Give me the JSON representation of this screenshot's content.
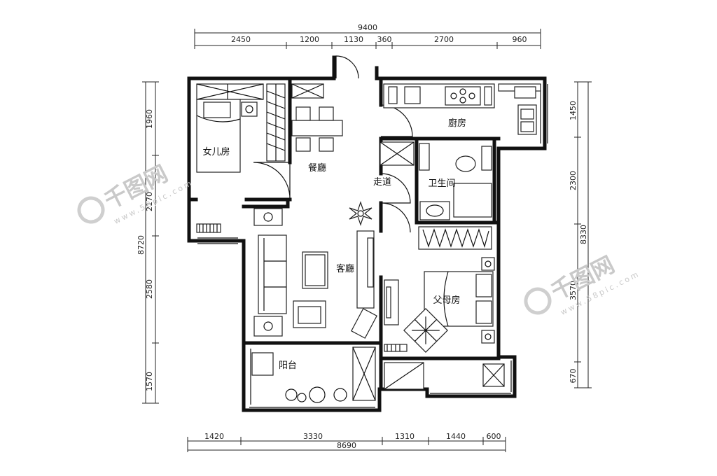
{
  "rooms": {
    "daughter_room": "女儿房",
    "dining": "餐廳",
    "kitchen": "廚房",
    "corridor": "走道",
    "bathroom": "卫生间",
    "living": "客廳",
    "parents_room": "父母房",
    "balcony": "阳台"
  },
  "dimensions": {
    "top_total": "9400",
    "top_segments": [
      "2450",
      "1200",
      "1130",
      "360",
      "2700",
      "960"
    ],
    "bottom_segments": [
      "1420",
      "3330",
      "1310",
      "1440",
      "600"
    ],
    "bottom_total": "8690",
    "left_segments": [
      "1960",
      "2170",
      "2580",
      "1570"
    ],
    "left_total": "8720",
    "right_segments": [
      "1450",
      "2300",
      "3570",
      "670"
    ],
    "right_total": "8330"
  },
  "watermark": {
    "brand": "千图网",
    "url": "www.58pic.com"
  }
}
